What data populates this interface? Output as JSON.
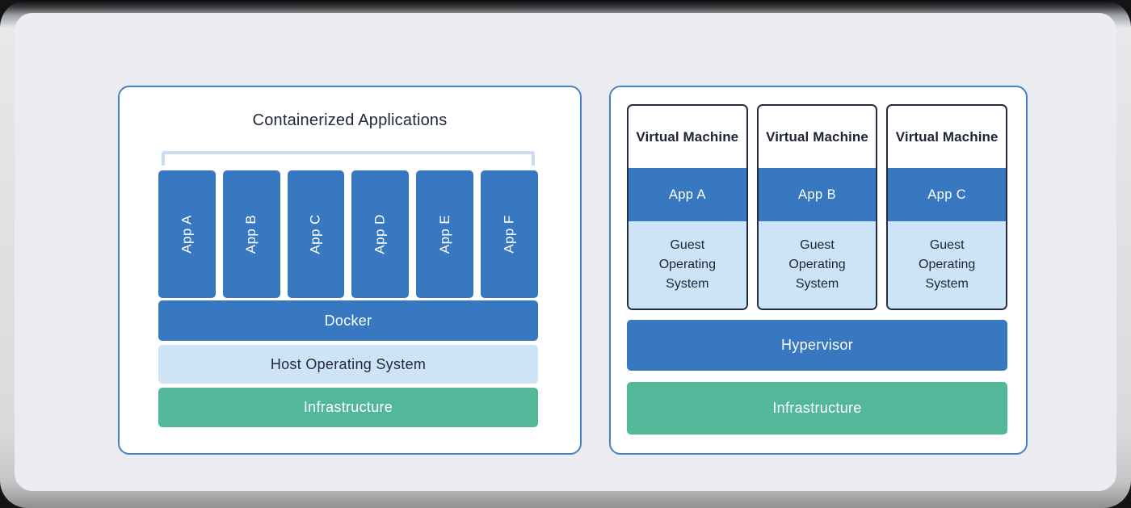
{
  "containers": {
    "title": "Containerized Applications",
    "apps": [
      "App A",
      "App B",
      "App C",
      "App D",
      "App E",
      "App F"
    ],
    "layers": [
      {
        "label": "Docker"
      },
      {
        "label": "Host Operating System"
      },
      {
        "label": "Infrastructure"
      }
    ]
  },
  "virtual_machines": {
    "vms": [
      {
        "title": "Virtual Machine",
        "app": "App A",
        "guest_os": "Guest Operating System"
      },
      {
        "title": "Virtual Machine",
        "app": "App B",
        "guest_os": "Guest Operating System"
      },
      {
        "title": "Virtual Machine",
        "app": "App C",
        "guest_os": "Guest Operating System"
      }
    ],
    "layers": [
      {
        "label": "Hypervisor"
      },
      {
        "label": "Infrastructure"
      }
    ]
  },
  "colors": {
    "accent_blue": "#3878c1",
    "light_blue": "#cde4f7",
    "green": "#53b899",
    "panel_border": "#4a80c4",
    "vm_card_border": "#252b40",
    "text_dark": "#212a3a",
    "canvas_background": "#eaecef"
  }
}
